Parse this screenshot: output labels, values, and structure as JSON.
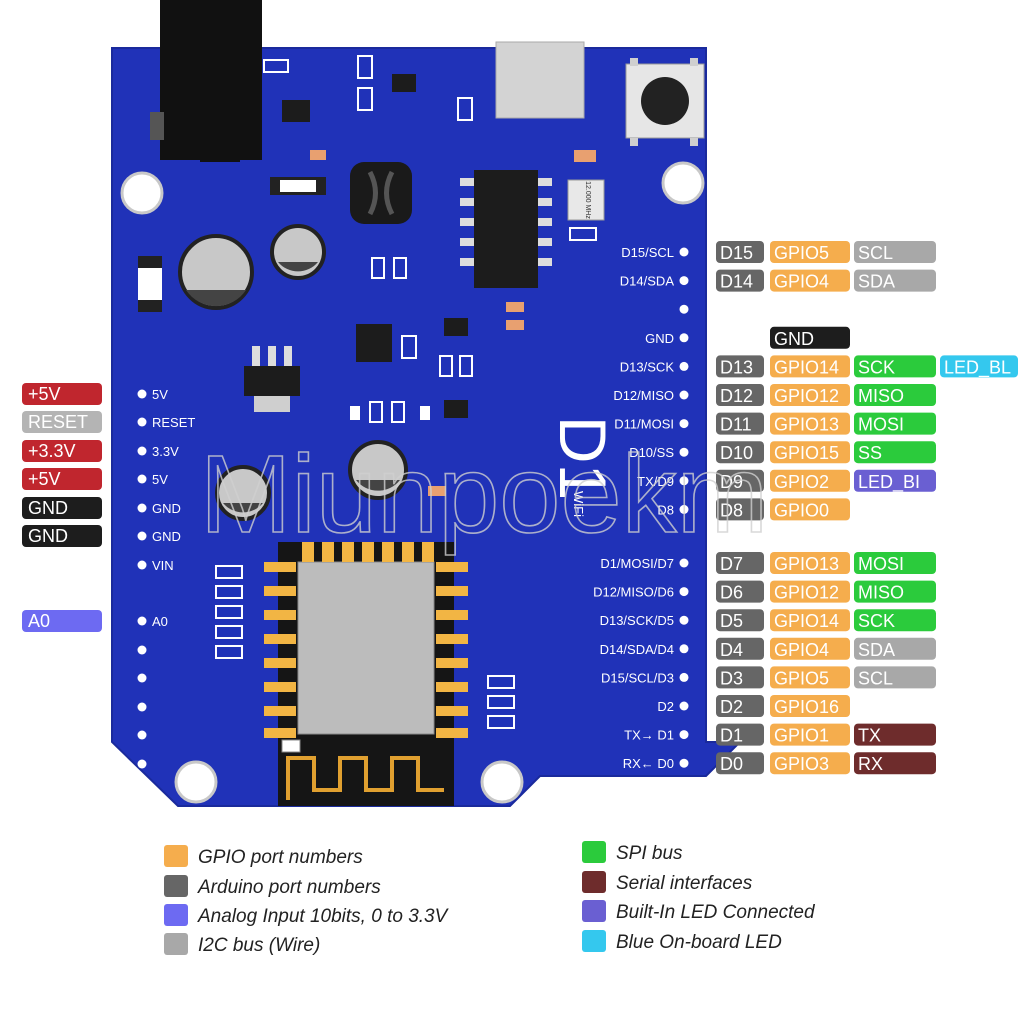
{
  "colors": {
    "board": "#2032b8",
    "board_edge": "#1a2a9c",
    "gpio": "#f5ad4d",
    "arduino": "#666666",
    "analog": "#6d6af2",
    "i2c": "#a8a8a8",
    "spi": "#2bcb3c",
    "serial": "#6e2c2c",
    "builtin_led": "#6a5fd2",
    "onboard_led": "#34c8ee",
    "power": "#c0262e",
    "reset": "#b4b4b4",
    "gnd": "#1d1d1d"
  },
  "board": {
    "logo": "D1",
    "logo_sub": "WiFi",
    "crystal_label": "12.000 MHz"
  },
  "left_pins": [
    {
      "label": "5V",
      "tag": "+5V",
      "kind": "power"
    },
    {
      "label": "RESET",
      "tag": "RESET",
      "kind": "reset"
    },
    {
      "label": "3.3V",
      "tag": "+3.3V",
      "kind": "power"
    },
    {
      "label": "5V",
      "tag": "+5V",
      "kind": "power"
    },
    {
      "label": "GND",
      "tag": "GND",
      "kind": "gnd"
    },
    {
      "label": "GND",
      "tag": "GND",
      "kind": "gnd"
    },
    {
      "label": "VIN",
      "tag": "",
      "kind": ""
    },
    {
      "label": "A0",
      "tag": "A0",
      "kind": "analog"
    }
  ],
  "right_pins": [
    {
      "label": "D15/SCL",
      "tags": [
        {
          "t": "D15",
          "k": "arduino"
        },
        {
          "t": "GPIO5",
          "k": "gpio"
        },
        {
          "t": "SCL",
          "k": "i2c"
        }
      ]
    },
    {
      "label": "D14/SDA",
      "tags": [
        {
          "t": "D14",
          "k": "arduino"
        },
        {
          "t": "GPIO4",
          "k": "gpio"
        },
        {
          "t": "SDA",
          "k": "i2c"
        }
      ]
    },
    {
      "label": "",
      "tags": []
    },
    {
      "label": "GND",
      "tags": [
        {
          "t": "GND",
          "k": "gnd"
        }
      ]
    },
    {
      "label": "D13/SCK",
      "tags": [
        {
          "t": "D13",
          "k": "arduino"
        },
        {
          "t": "GPIO14",
          "k": "gpio"
        },
        {
          "t": "SCK",
          "k": "spi"
        },
        {
          "t": "LED_BL",
          "k": "onboard_led"
        }
      ]
    },
    {
      "label": "D12/MISO",
      "tags": [
        {
          "t": "D12",
          "k": "arduino"
        },
        {
          "t": "GPIO12",
          "k": "gpio"
        },
        {
          "t": "MISO",
          "k": "spi"
        }
      ]
    },
    {
      "label": "D11/MOSI",
      "tags": [
        {
          "t": "D11",
          "k": "arduino"
        },
        {
          "t": "GPIO13",
          "k": "gpio"
        },
        {
          "t": "MOSI",
          "k": "spi"
        }
      ]
    },
    {
      "label": "D10/SS",
      "tags": [
        {
          "t": "D10",
          "k": "arduino"
        },
        {
          "t": "GPIO15",
          "k": "gpio"
        },
        {
          "t": "SS",
          "k": "spi"
        }
      ]
    },
    {
      "label": "TX/D9",
      "tags": [
        {
          "t": "D9",
          "k": "arduino"
        },
        {
          "t": "GPIO2",
          "k": "gpio"
        },
        {
          "t": "LED_BI",
          "k": "builtin_led"
        }
      ]
    },
    {
      "label": "D8",
      "tags": [
        {
          "t": "D8",
          "k": "arduino"
        },
        {
          "t": "GPIO0",
          "k": "gpio"
        }
      ]
    },
    {
      "label": "D1/MOSI/D7",
      "tags": [
        {
          "t": "D7",
          "k": "arduino"
        },
        {
          "t": "GPIO13",
          "k": "gpio"
        },
        {
          "t": "MOSI",
          "k": "spi"
        }
      ]
    },
    {
      "label": "D12/MISO/D6",
      "tags": [
        {
          "t": "D6",
          "k": "arduino"
        },
        {
          "t": "GPIO12",
          "k": "gpio"
        },
        {
          "t": "MISO",
          "k": "spi"
        }
      ]
    },
    {
      "label": "D13/SCK/D5",
      "tags": [
        {
          "t": "D5",
          "k": "arduino"
        },
        {
          "t": "GPIO14",
          "k": "gpio"
        },
        {
          "t": "SCK",
          "k": "spi"
        }
      ]
    },
    {
      "label": "D14/SDA/D4",
      "tags": [
        {
          "t": "D4",
          "k": "arduino"
        },
        {
          "t": "GPIO4",
          "k": "gpio"
        },
        {
          "t": "SDA",
          "k": "i2c"
        }
      ]
    },
    {
      "label": "D15/SCL/D3",
      "tags": [
        {
          "t": "D3",
          "k": "arduino"
        },
        {
          "t": "GPIO5",
          "k": "gpio"
        },
        {
          "t": "SCL",
          "k": "i2c"
        }
      ]
    },
    {
      "label": "D2",
      "tags": [
        {
          "t": "D2",
          "k": "arduino"
        },
        {
          "t": "GPIO16",
          "k": "gpio"
        }
      ]
    },
    {
      "label": "TX→ D1",
      "tags": [
        {
          "t": "D1",
          "k": "arduino"
        },
        {
          "t": "GPIO1",
          "k": "gpio"
        },
        {
          "t": "TX",
          "k": "serial"
        }
      ]
    },
    {
      "label": "RX← D0",
      "tags": [
        {
          "t": "D0",
          "k": "arduino"
        },
        {
          "t": "GPIO3",
          "k": "gpio"
        },
        {
          "t": "RX",
          "k": "serial"
        }
      ]
    }
  ],
  "legend": [
    {
      "label": "GPIO port numbers",
      "kind": "gpio"
    },
    {
      "label": "Arduino port numbers",
      "kind": "arduino"
    },
    {
      "label": "Analog Input 10bits, 0 to 3.3V",
      "kind": "analog"
    },
    {
      "label": "I2C bus (Wire)",
      "kind": "i2c"
    },
    {
      "label": "SPI bus",
      "kind": "spi"
    },
    {
      "label": "Serial interfaces",
      "kind": "serial"
    },
    {
      "label": "Built-In LED Connected",
      "kind": "builtin_led"
    },
    {
      "label": "Blue On-board LED",
      "kind": "onboard_led"
    }
  ],
  "watermark": "Miunpoekm"
}
